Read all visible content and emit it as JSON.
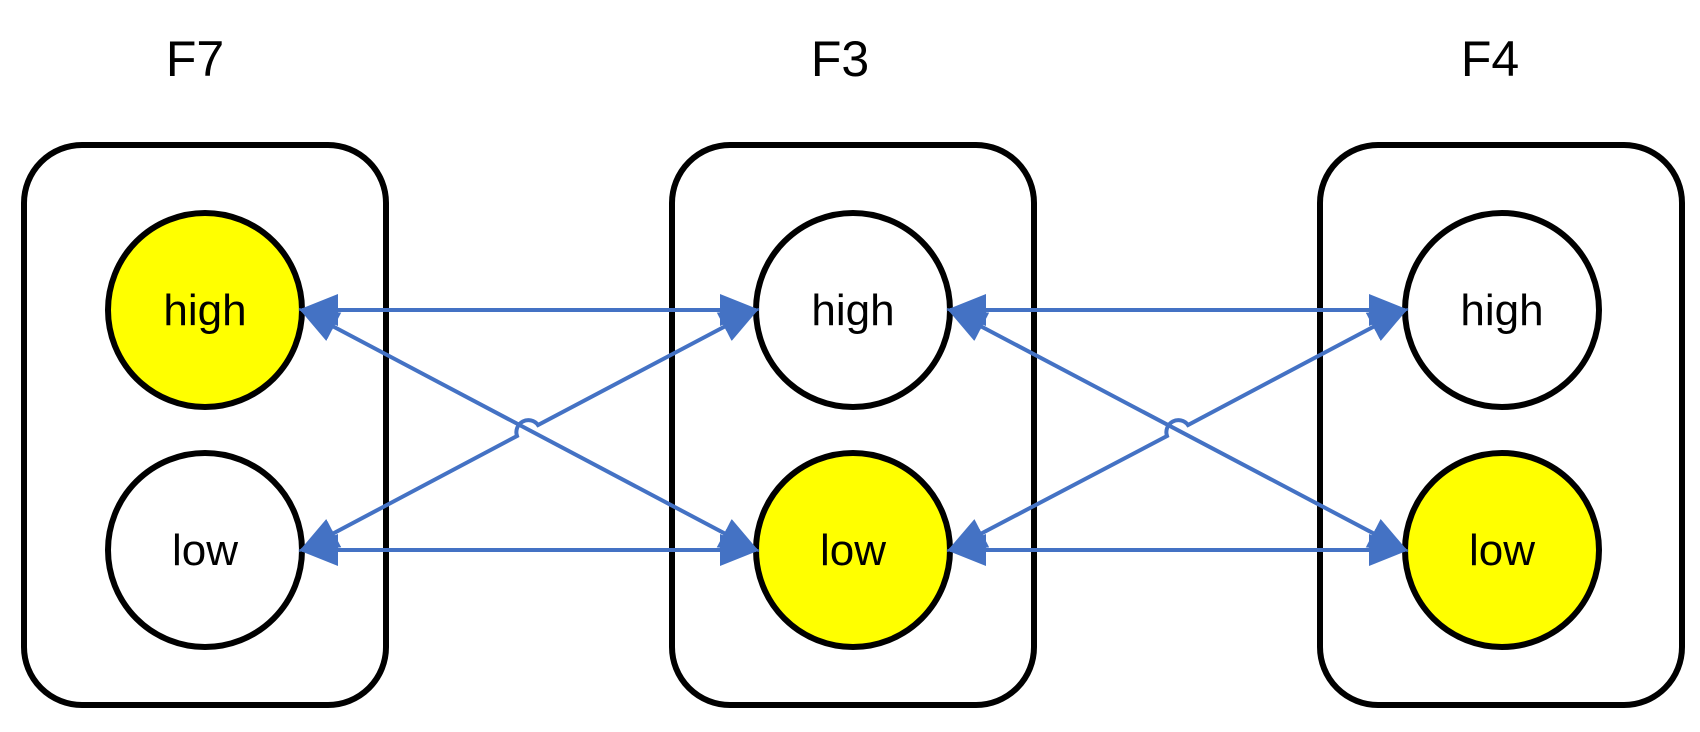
{
  "colors": {
    "edge": "#4472C4",
    "highlight": "#FFFF00",
    "normal": "#FFFFFF",
    "outline": "#000000"
  },
  "groups": [
    {
      "title": "F7",
      "nodes": [
        {
          "label": "high",
          "highlighted": true
        },
        {
          "label": "low",
          "highlighted": false
        }
      ]
    },
    {
      "title": "F3",
      "nodes": [
        {
          "label": "high",
          "highlighted": false
        },
        {
          "label": "low",
          "highlighted": true
        }
      ]
    },
    {
      "title": "F4",
      "nodes": [
        {
          "label": "high",
          "highlighted": false
        },
        {
          "label": "low",
          "highlighted": true
        }
      ]
    }
  ],
  "edges": [
    {
      "from": "F7.high",
      "to": "F3.high",
      "arrow": "both"
    },
    {
      "from": "F7.low",
      "to": "F3.low",
      "arrow": "both"
    },
    {
      "from": "F7.high",
      "to": "F3.low",
      "arrow": "both"
    },
    {
      "from": "F3.high",
      "to": "F7.low",
      "arrow": "both",
      "hop": true
    },
    {
      "from": "F3.high",
      "to": "F4.high",
      "arrow": "both"
    },
    {
      "from": "F3.low",
      "to": "F4.low",
      "arrow": "both"
    },
    {
      "from": "F3.high",
      "to": "F4.low",
      "arrow": "both"
    },
    {
      "from": "F4.high",
      "to": "F3.low",
      "arrow": "both",
      "hop": true
    }
  ]
}
